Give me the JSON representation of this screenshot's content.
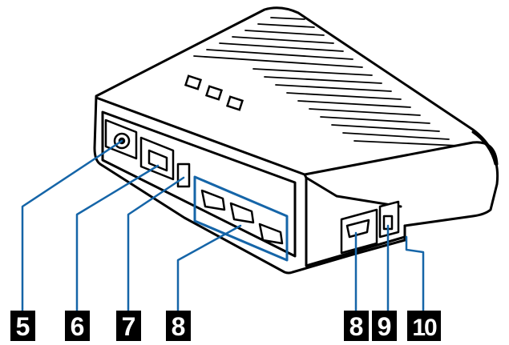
{
  "callouts": [
    {
      "id": "5",
      "label": "5"
    },
    {
      "id": "6",
      "label": "6"
    },
    {
      "id": "7",
      "label": "7"
    },
    {
      "id": "8a",
      "label": "8"
    },
    {
      "id": "8b",
      "label": "8"
    },
    {
      "id": "9",
      "label": "9"
    },
    {
      "id": "10",
      "label": "10"
    }
  ],
  "colors": {
    "leader_line": "#1565a8",
    "label_bg": "#000000",
    "label_text": "#ffffff",
    "device_outline": "#000000",
    "device_fill": "#ffffff"
  }
}
